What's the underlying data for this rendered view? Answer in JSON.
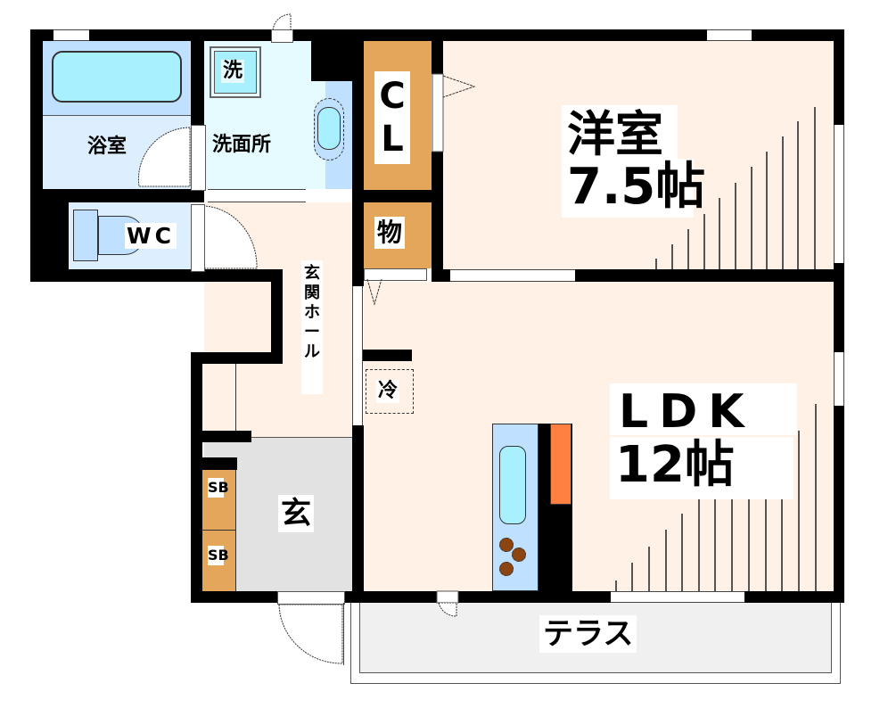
{
  "floorplan": {
    "rooms": {
      "bathroom": {
        "label": "浴室"
      },
      "washroom": {
        "label": "洗面所"
      },
      "washer": {
        "label": "洗"
      },
      "toilet": {
        "label": "WC"
      },
      "closet": {
        "label": "CL"
      },
      "storage": {
        "label": "物"
      },
      "western_room": {
        "label": "洋室",
        "size": "7.5帖"
      },
      "entrance_hall": {
        "label": "玄関ホール"
      },
      "refrigerator": {
        "label": "冷"
      },
      "ldk": {
        "label": "LDK",
        "size": "12帖"
      },
      "entrance": {
        "label": "玄"
      },
      "shoe_box_1": {
        "label": "SB"
      },
      "shoe_box_2": {
        "label": "SB"
      },
      "terrace": {
        "label": "テラス"
      }
    },
    "colors": {
      "wall": "#000000",
      "bath": "#ddeeff",
      "wash": "#e6fbff",
      "floor": "#fff1e6",
      "genkan": "#e2e2e2",
      "storage": "#e3a65a",
      "stove": "#ff8040",
      "terrace": "#f0f0f0"
    }
  }
}
